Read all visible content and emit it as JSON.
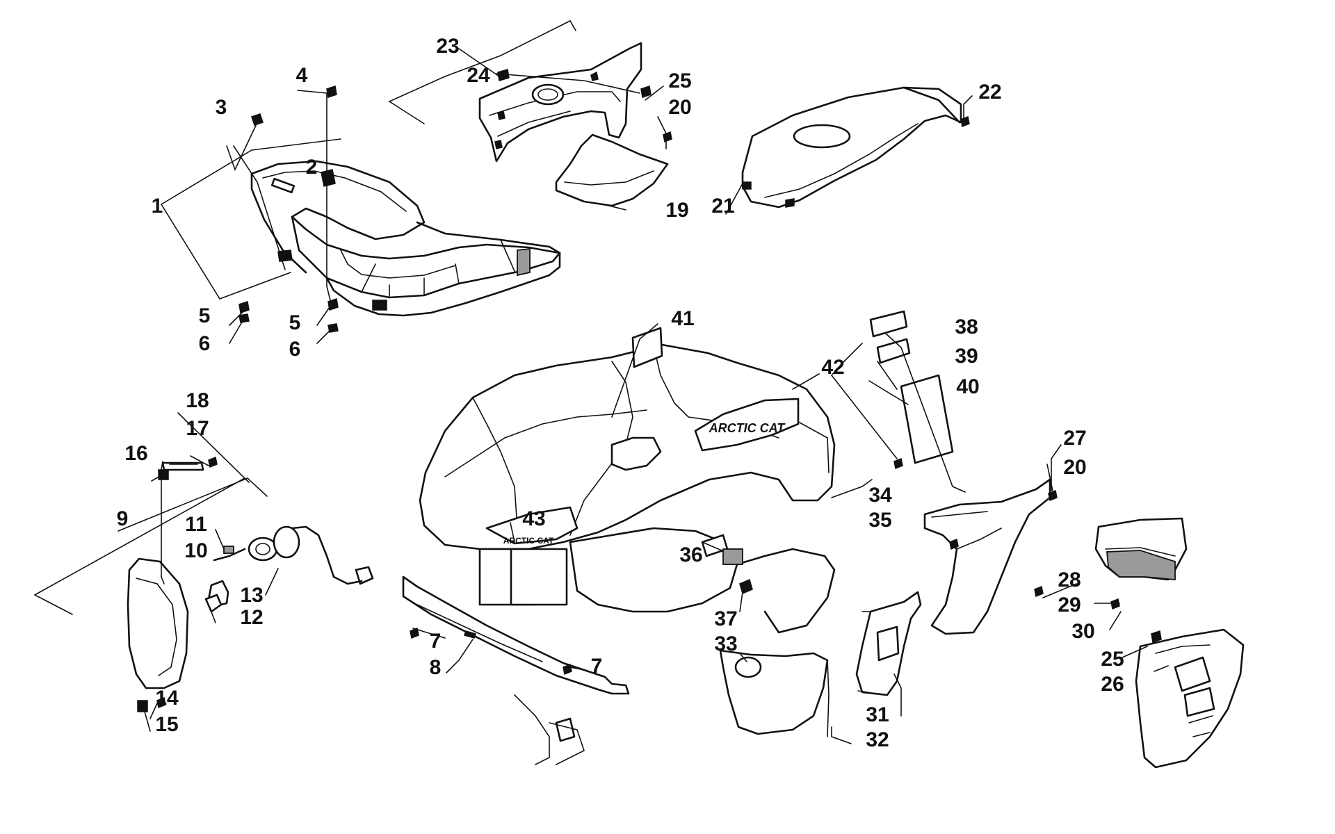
{
  "diagram": {
    "callouts": [
      {
        "id": "c1",
        "text": "1"
      },
      {
        "id": "c2",
        "text": "2"
      },
      {
        "id": "c3",
        "text": "3"
      },
      {
        "id": "c4",
        "text": "4"
      },
      {
        "id": "c5a",
        "text": "5"
      },
      {
        "id": "c5b",
        "text": "5"
      },
      {
        "id": "c6a",
        "text": "6"
      },
      {
        "id": "c6b",
        "text": "6"
      },
      {
        "id": "c7a",
        "text": "7"
      },
      {
        "id": "c7b",
        "text": "7"
      },
      {
        "id": "c8",
        "text": "8"
      },
      {
        "id": "c9",
        "text": "9"
      },
      {
        "id": "c10",
        "text": "10"
      },
      {
        "id": "c11",
        "text": "11"
      },
      {
        "id": "c12",
        "text": "12"
      },
      {
        "id": "c13",
        "text": "13"
      },
      {
        "id": "c14",
        "text": "14"
      },
      {
        "id": "c15",
        "text": "15"
      },
      {
        "id": "c16",
        "text": "16"
      },
      {
        "id": "c17",
        "text": "17"
      },
      {
        "id": "c18",
        "text": "18"
      },
      {
        "id": "c19",
        "text": "19"
      },
      {
        "id": "c20a",
        "text": "20"
      },
      {
        "id": "c20b",
        "text": "20"
      },
      {
        "id": "c21",
        "text": "21"
      },
      {
        "id": "c22",
        "text": "22"
      },
      {
        "id": "c23",
        "text": "23"
      },
      {
        "id": "c24",
        "text": "24"
      },
      {
        "id": "c25a",
        "text": "25"
      },
      {
        "id": "c25b",
        "text": "25"
      },
      {
        "id": "c26",
        "text": "26"
      },
      {
        "id": "c27",
        "text": "27"
      },
      {
        "id": "c28",
        "text": "28"
      },
      {
        "id": "c29",
        "text": "29"
      },
      {
        "id": "c30",
        "text": "30"
      },
      {
        "id": "c31",
        "text": "31"
      },
      {
        "id": "c32",
        "text": "32"
      },
      {
        "id": "c33",
        "text": "33"
      },
      {
        "id": "c34",
        "text": "34"
      },
      {
        "id": "c35",
        "text": "35"
      },
      {
        "id": "c36",
        "text": "36"
      },
      {
        "id": "c37",
        "text": "37"
      },
      {
        "id": "c38",
        "text": "38"
      },
      {
        "id": "c39",
        "text": "39"
      },
      {
        "id": "c40",
        "text": "40"
      },
      {
        "id": "c41",
        "text": "41"
      },
      {
        "id": "c42",
        "text": "42"
      },
      {
        "id": "c43",
        "text": "43"
      }
    ],
    "decal_text": "ARCTIC CAT",
    "grille_badge": "ARCTIC CAT"
  },
  "colors": {
    "ink": "#111111",
    "paper": "#ffffff",
    "shade": "#9a9a9a"
  }
}
